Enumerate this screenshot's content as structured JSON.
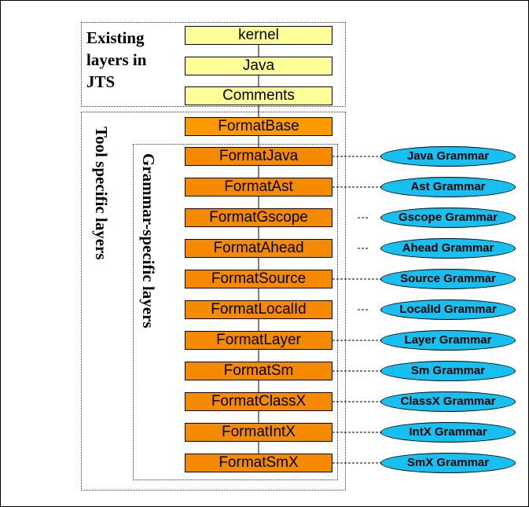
{
  "labels": {
    "existing_lines": [
      "Existing",
      "layers in",
      "JTS"
    ],
    "tool_specific": "Tool specific layers",
    "grammar_specific": "Grammar-specific layers"
  },
  "existing_layers": [
    "kernel",
    "Java",
    "Comments"
  ],
  "tool_layers": [
    "FormatBase"
  ],
  "grammar_rows": [
    {
      "layer": "FormatJava",
      "grammar": "Java Grammar",
      "connected": true
    },
    {
      "layer": "FormatAst",
      "grammar": "Ast Grammar",
      "connected": true
    },
    {
      "layer": "FormatGscope",
      "grammar": "Gscope Grammar",
      "connected": false
    },
    {
      "layer": "FormatAhead",
      "grammar": "Ahead Grammar",
      "connected": false
    },
    {
      "layer": "FormatSource",
      "grammar": "Source Grammar",
      "connected": true
    },
    {
      "layer": "FormatLocalId",
      "grammar": "LocalId Grammar",
      "connected": false
    },
    {
      "layer": "FormatLayer",
      "grammar": "Layer Grammar",
      "connected": true
    },
    {
      "layer": "FormatSm",
      "grammar": "Sm Grammar",
      "connected": true
    },
    {
      "layer": "FormatClassX",
      "grammar": "ClassX Grammar",
      "connected": true
    },
    {
      "layer": "FormatIntX",
      "grammar": "IntX Grammar",
      "connected": true
    },
    {
      "layer": "FormatSmX",
      "grammar": "SmX Grammar",
      "connected": true
    }
  ],
  "colors": {
    "existing_fill": "#ffff99",
    "tool_fill": "#ff9900",
    "grammar_layer_fill": "#f58a00",
    "grammar_ellipse_fill": "#17c0f0"
  }
}
